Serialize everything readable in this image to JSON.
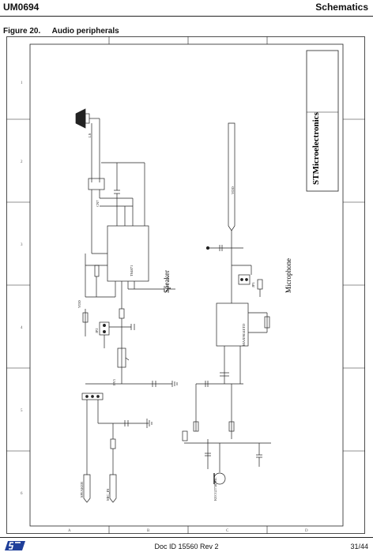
{
  "header": {
    "doc_code": "UM0694",
    "section": "Schematics"
  },
  "figure": {
    "number": "Figure 20.",
    "title": "Audio peripherals"
  },
  "schematic": {
    "company": "STMicroelectronics",
    "block_speaker": "Speaker",
    "block_microphone": "Microphone",
    "refs": {
      "ls": "LS",
      "mic": "KECG2738TBL",
      "cn": "CN7",
      "u_amp": "TS4871",
      "u_pre": "MAX9814ETD",
      "rv": "RV1",
      "jp_spk": "JP2",
      "jp_mic": "JP3",
      "sp_out": "SPEAKER",
      "mic_in": "MIC_IN",
      "vdd": "VDD",
      "vdd2": "VDD"
    },
    "border_numbers": [
      "1",
      "2",
      "3",
      "4",
      "5",
      "6"
    ],
    "border_letters": [
      "A",
      "B",
      "C",
      "D"
    ]
  },
  "footer": {
    "doc_id": "Doc ID 15560 Rev 2",
    "page": "31/44"
  },
  "colors": {
    "logo": "#1f3f9a",
    "ink": "#111111"
  }
}
